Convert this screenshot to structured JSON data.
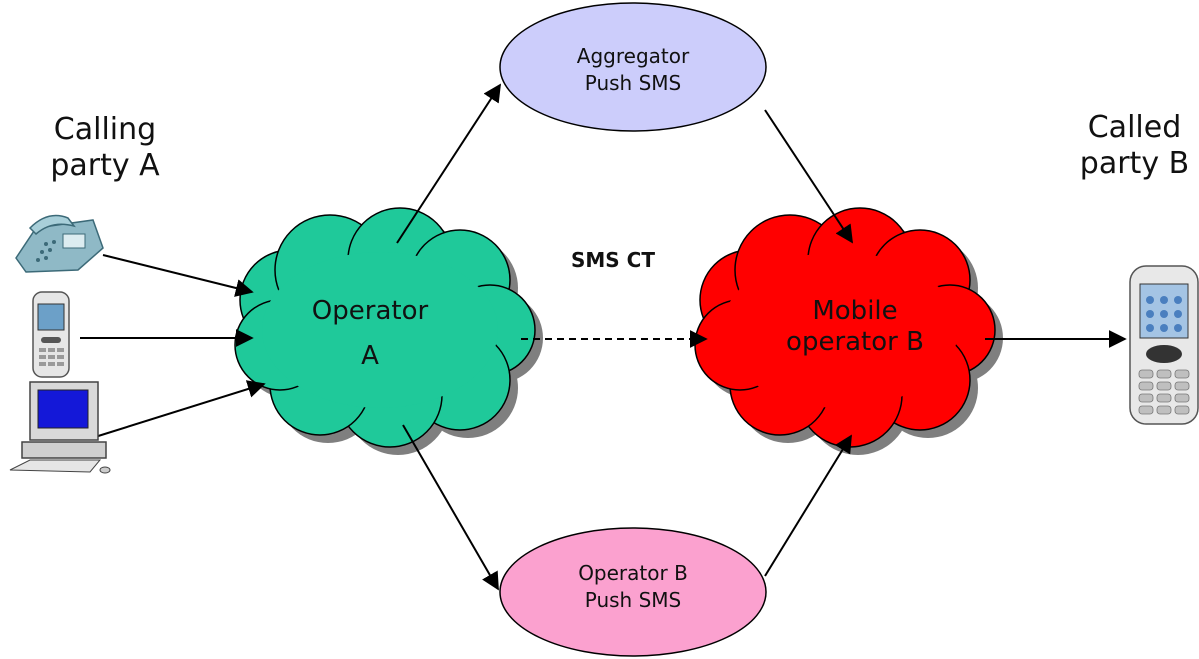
{
  "calling_party": {
    "line1": "Calling",
    "line2": "party A"
  },
  "called_party": {
    "line1": "Called",
    "line2": "party B"
  },
  "operator_a": {
    "line1": "Operator",
    "line2": "A",
    "color": "#1fc99a"
  },
  "mobile_operator_b": {
    "line1": "Mobile",
    "line2": "operator B",
    "color": "#ff0000"
  },
  "aggregator": {
    "line1": "Aggregator",
    "line2": "Push SMS",
    "color": "#cccdfb"
  },
  "operator_b_push": {
    "line1": "Operator B",
    "line2": "Push SMS",
    "color": "#fba1cf"
  },
  "link_label": "SMS CT",
  "devices": {
    "calling": [
      "desk-phone-icon",
      "mobile-phone-icon",
      "desktop-computer-icon"
    ],
    "called": [
      "mobile-phone-icon"
    ]
  }
}
